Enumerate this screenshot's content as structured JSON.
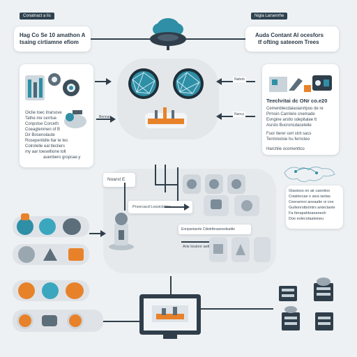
{
  "header": {
    "left_tag": "Conatnact a lis",
    "right_tag": "Nigia Larsenrhe",
    "left_title_1": "Hag Co Se 10 amathon A",
    "left_title_2": "tsaing cirtiamne efiom",
    "right_title_1": "Auda Contant AI ocesfors",
    "right_title_2": "tf ofting sateeom Trees"
  },
  "left_card": {
    "lines": [
      "Oiclie toec itrarsove",
      "Tathe me cerrtue",
      "Conpstse Corceth",
      "Coeagtenmen of B",
      "Dir Bosenolaute",
      "Rosepentidle tlar te tes",
      "Colrotelle eal tlecliers",
      "my aar toeseltione tolt",
      "auenbero gropcae.y"
    ]
  },
  "center_labels": {
    "top_right_arrow": "Nabob",
    "mid_right_arrow": "Nancy",
    "mid_left_arrow": "Bennas"
  },
  "right_card": {
    "title": "Teechritai dc ONr co.e20",
    "lines": [
      "Cemenblecdalasianrtpoo de re",
      "Prmsin Carnlere cnemade",
      "Evngine arstlo sdepitalae tt",
      "Asrsto Bucroncdacetelie",
      "Fuor tlerer cerl stnt sacs",
      "Terminolsie hu ferncteo",
      "Harchlie ocomenttco"
    ]
  },
  "world_card": {
    "lines": [
      "Gtaoisos on air caeotios",
      "Coiatisrcae o aiva iantas",
      "Ceerarmoi aneaatie oi coe",
      "Guilionrstbolntrs anteclaote",
      "Fa tlerapahtoaeanesh",
      "Doe eolecotaaleioeu"
    ]
  },
  "middle": {
    "node_label": "Noarst E",
    "bar_label": "Prvorcacd Lossictsliter",
    "caption": "Eonpsetasrte Ctiietrtbnaonedeattle",
    "caption2": "Arie teuionr aelt"
  },
  "colors": {
    "dark": "#2f3e4a",
    "teal": "#2e8fa6",
    "orange": "#e8822a",
    "bg": "#eef1f3"
  }
}
